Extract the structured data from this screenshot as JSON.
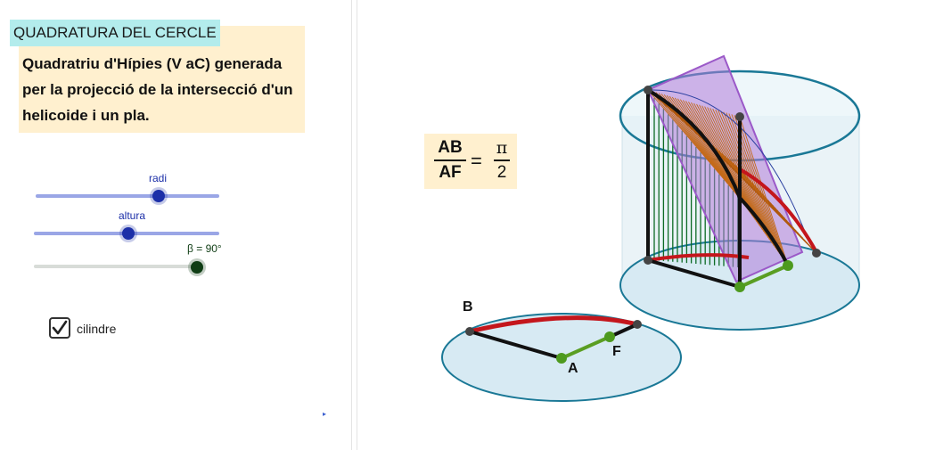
{
  "title": "QUADRATURA DEL CERCLE",
  "description": [
    "Quadratriu d'Hípies (V aC) generada",
    "per la projecció de la intersecció d'un",
    "helicoide i un pla."
  ],
  "sliders": [
    {
      "label": "radi",
      "value_fraction": 0.67
    },
    {
      "label": "altura",
      "value_fraction": 0.52
    },
    {
      "label": "β = 90°",
      "value_fraction": 1.0
    }
  ],
  "checkbox": {
    "label": "cilindre",
    "checked": true
  },
  "formula": {
    "num1": "AB",
    "den1": "AF",
    "equals": "=",
    "num2": "π",
    "den2": "2"
  },
  "points": {
    "a": "A",
    "b": "B",
    "f": "F"
  },
  "colors": {
    "slider_blue": "#1c2fa8",
    "slider_track_blue": "#9aa6e6",
    "slider_green": "#0f3d14",
    "slider_track_grey": "#d8dcd8",
    "disc_fill": "#d7eaf3",
    "disc_stroke": "#1a7896",
    "arc_red": "#c4161c",
    "segment_green": "#5a9e22",
    "surface_brown": "#b05a10",
    "plane_purple": "#9b59c8",
    "rule_green": "#0d6b25"
  },
  "icons": [
    "check-icon",
    "arrow-icon"
  ]
}
